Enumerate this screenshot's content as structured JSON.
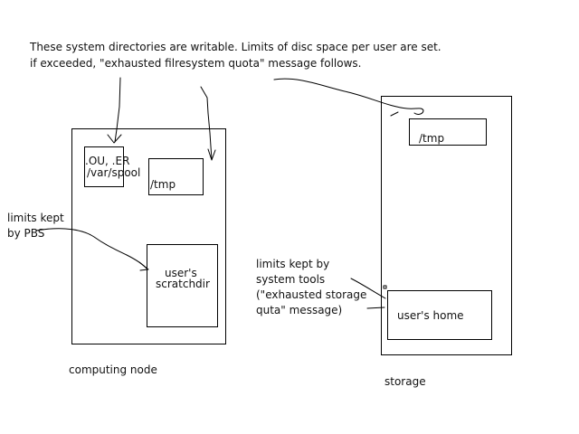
{
  "header_note": {
    "line1": "These system directories are writable. Limits of disc space per user are set.",
    "line2": "if exceeded, \"exhausted filresystem quota\" message follows."
  },
  "computing_node": {
    "label": "computing node",
    "spool_box": {
      "line1": ".OU, .ER",
      "line2": "/var/spool"
    },
    "tmp_box": {
      "label": "/tmp"
    },
    "scratch_box": {
      "line1": "user's",
      "line2": "scratchdir"
    }
  },
  "storage": {
    "label": "storage",
    "tmp_box": {
      "label": "/tmp"
    },
    "home_box": {
      "label": "user's home"
    }
  },
  "annotations": {
    "pbs_note": {
      "line1": "limits kept",
      "line2": "by PBS"
    },
    "system_tools_note": {
      "line1": "limits kept by",
      "line2": "system tools",
      "line3": "(\"exhausted storage",
      "line4": "quta\" message)"
    }
  }
}
